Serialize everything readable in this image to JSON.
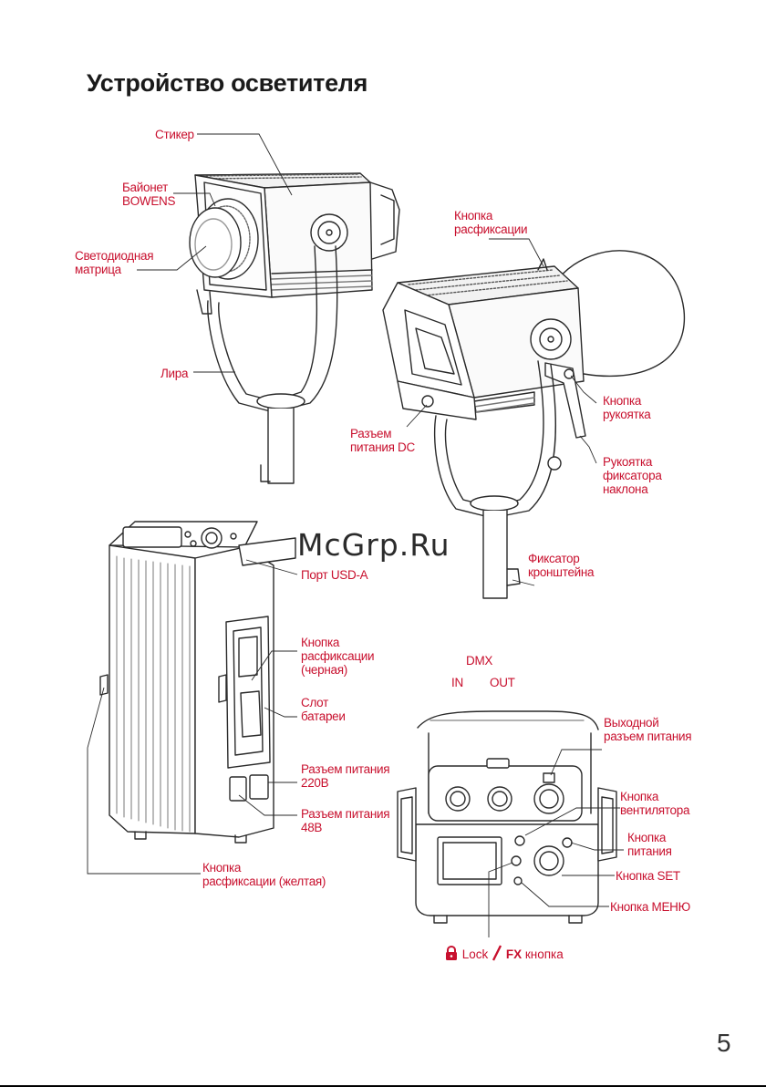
{
  "page": {
    "title": "Устройство осветителя",
    "page_number": "5",
    "watermark": "McGrp.Ru"
  },
  "colors": {
    "accent": "#c8102e",
    "text": "#1a1a1a",
    "line": "#333333"
  },
  "labels": {
    "sticker": "Стикер",
    "bowens": [
      "Байонет",
      "BOWENS"
    ],
    "led_matrix": [
      "Светодиодная",
      "матрица"
    ],
    "yoke": "Лира",
    "release_button": [
      "Кнопка",
      "расфиксации"
    ],
    "handle_button": [
      "Кнопка",
      "рукоятка"
    ],
    "tilt_handle": [
      "Рукоятка",
      "фиксатора",
      "наклона"
    ],
    "dc_input": [
      "Разъем",
      "питания DC"
    ],
    "bracket_lock": [
      "Фиксатор",
      "кронштейна"
    ],
    "usb_port": "Порт USD-A",
    "release_black": [
      "Кнопка",
      "расфиксации",
      "(черная)"
    ],
    "battery_slot": [
      "Слот",
      "батареи"
    ],
    "power_220": [
      "Разъем питания",
      "220В"
    ],
    "power_48": [
      "Разъем питания",
      "48В"
    ],
    "release_yellow": [
      "Кнопка",
      "расфиксации (желтая)"
    ],
    "dmx": "DMX",
    "dmx_in": "IN",
    "dmx_out": "OUT",
    "output_power": [
      "Выходной",
      "разъем питания"
    ],
    "fan_button": [
      "Кнопка",
      "вентилятора"
    ],
    "power_button": [
      "Кнопка",
      "питания"
    ],
    "set_button": "Кнопка SET",
    "menu_button": "Кнопка МЕНЮ",
    "lock_word": "Lock",
    "fx_word": "FX",
    "fx_suffix": "кнопка"
  },
  "icons": {
    "lock": "padlock-icon"
  }
}
